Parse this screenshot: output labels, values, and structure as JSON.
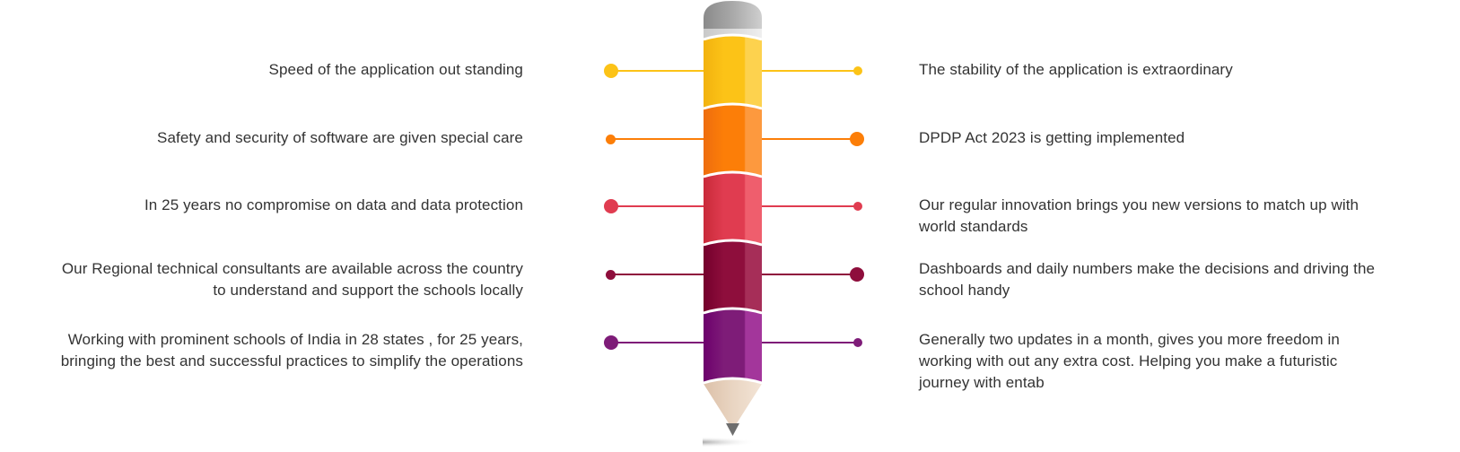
{
  "diagram": {
    "type": "pencil-infographic",
    "segments": [
      {
        "color": "#FCC317",
        "left_text": "Speed of the application out standing",
        "right_text": "The stability of the application is extraordinary"
      },
      {
        "color": "#FC7E08",
        "left_text": "Safety and security of software are given special care",
        "right_text": "DPDP Act 2023 is getting implemented"
      },
      {
        "color": "#E03C50",
        "left_text": "In 25 years no compromise on data and data protection",
        "right_text": "Our regular innovation brings you new versions to match up with world standards"
      },
      {
        "color": "#8E0E3C",
        "left_text": "Our Regional technical consultants are available across the country to understand and support the schools locally",
        "right_text": "Dashboards and daily numbers make the decisions and driving the school handy"
      },
      {
        "color": "#7E1C78",
        "left_text": "Working with prominent schools of India in 28 states , for 25 years, bringing the best and successful practices to simplify the operations",
        "right_text": "Generally two updates in a month, gives you more freedom in working with out any extra cost. Helping you make a futuristic journey with entab"
      }
    ]
  },
  "left": {
    "items": [
      {
        "text": "Speed of the application out standing"
      },
      {
        "text": "Safety and security of software are given special care"
      },
      {
        "text": "In 25 years no compromise on data and data protection"
      },
      {
        "line1": "Our Regional technical consultants are available across the country",
        "line2": "to understand and support the schools locally"
      },
      {
        "line1": "Working with prominent schools of India in 28 states , for 25 years,",
        "line2": "bringing the best and successful practices to simplify the operations"
      }
    ]
  },
  "right": {
    "items": [
      {
        "text": "The stability of the application is extraordinary"
      },
      {
        "text": "DPDP Act 2023 is getting implemented"
      },
      {
        "line1": "Our regular innovation brings you new versions to match up with",
        "line2": "world standards"
      },
      {
        "line1": "Dashboards and daily numbers make the decisions and driving the",
        "line2": "school handy"
      },
      {
        "line1": "Generally two updates in a month, gives you more freedom in",
        "line2": "working with out any extra cost. Helping you make a futuristic",
        "line3": "journey with entab"
      }
    ]
  },
  "colors": {
    "yellow": "#FCC317",
    "orange": "#FC7E08",
    "red": "#E03C50",
    "maroon": "#8E0E3C",
    "purple": "#7E1C78",
    "eraser": "#9A9A9A",
    "wood": "#EBD3C0",
    "lead": "#6E6E6E"
  }
}
